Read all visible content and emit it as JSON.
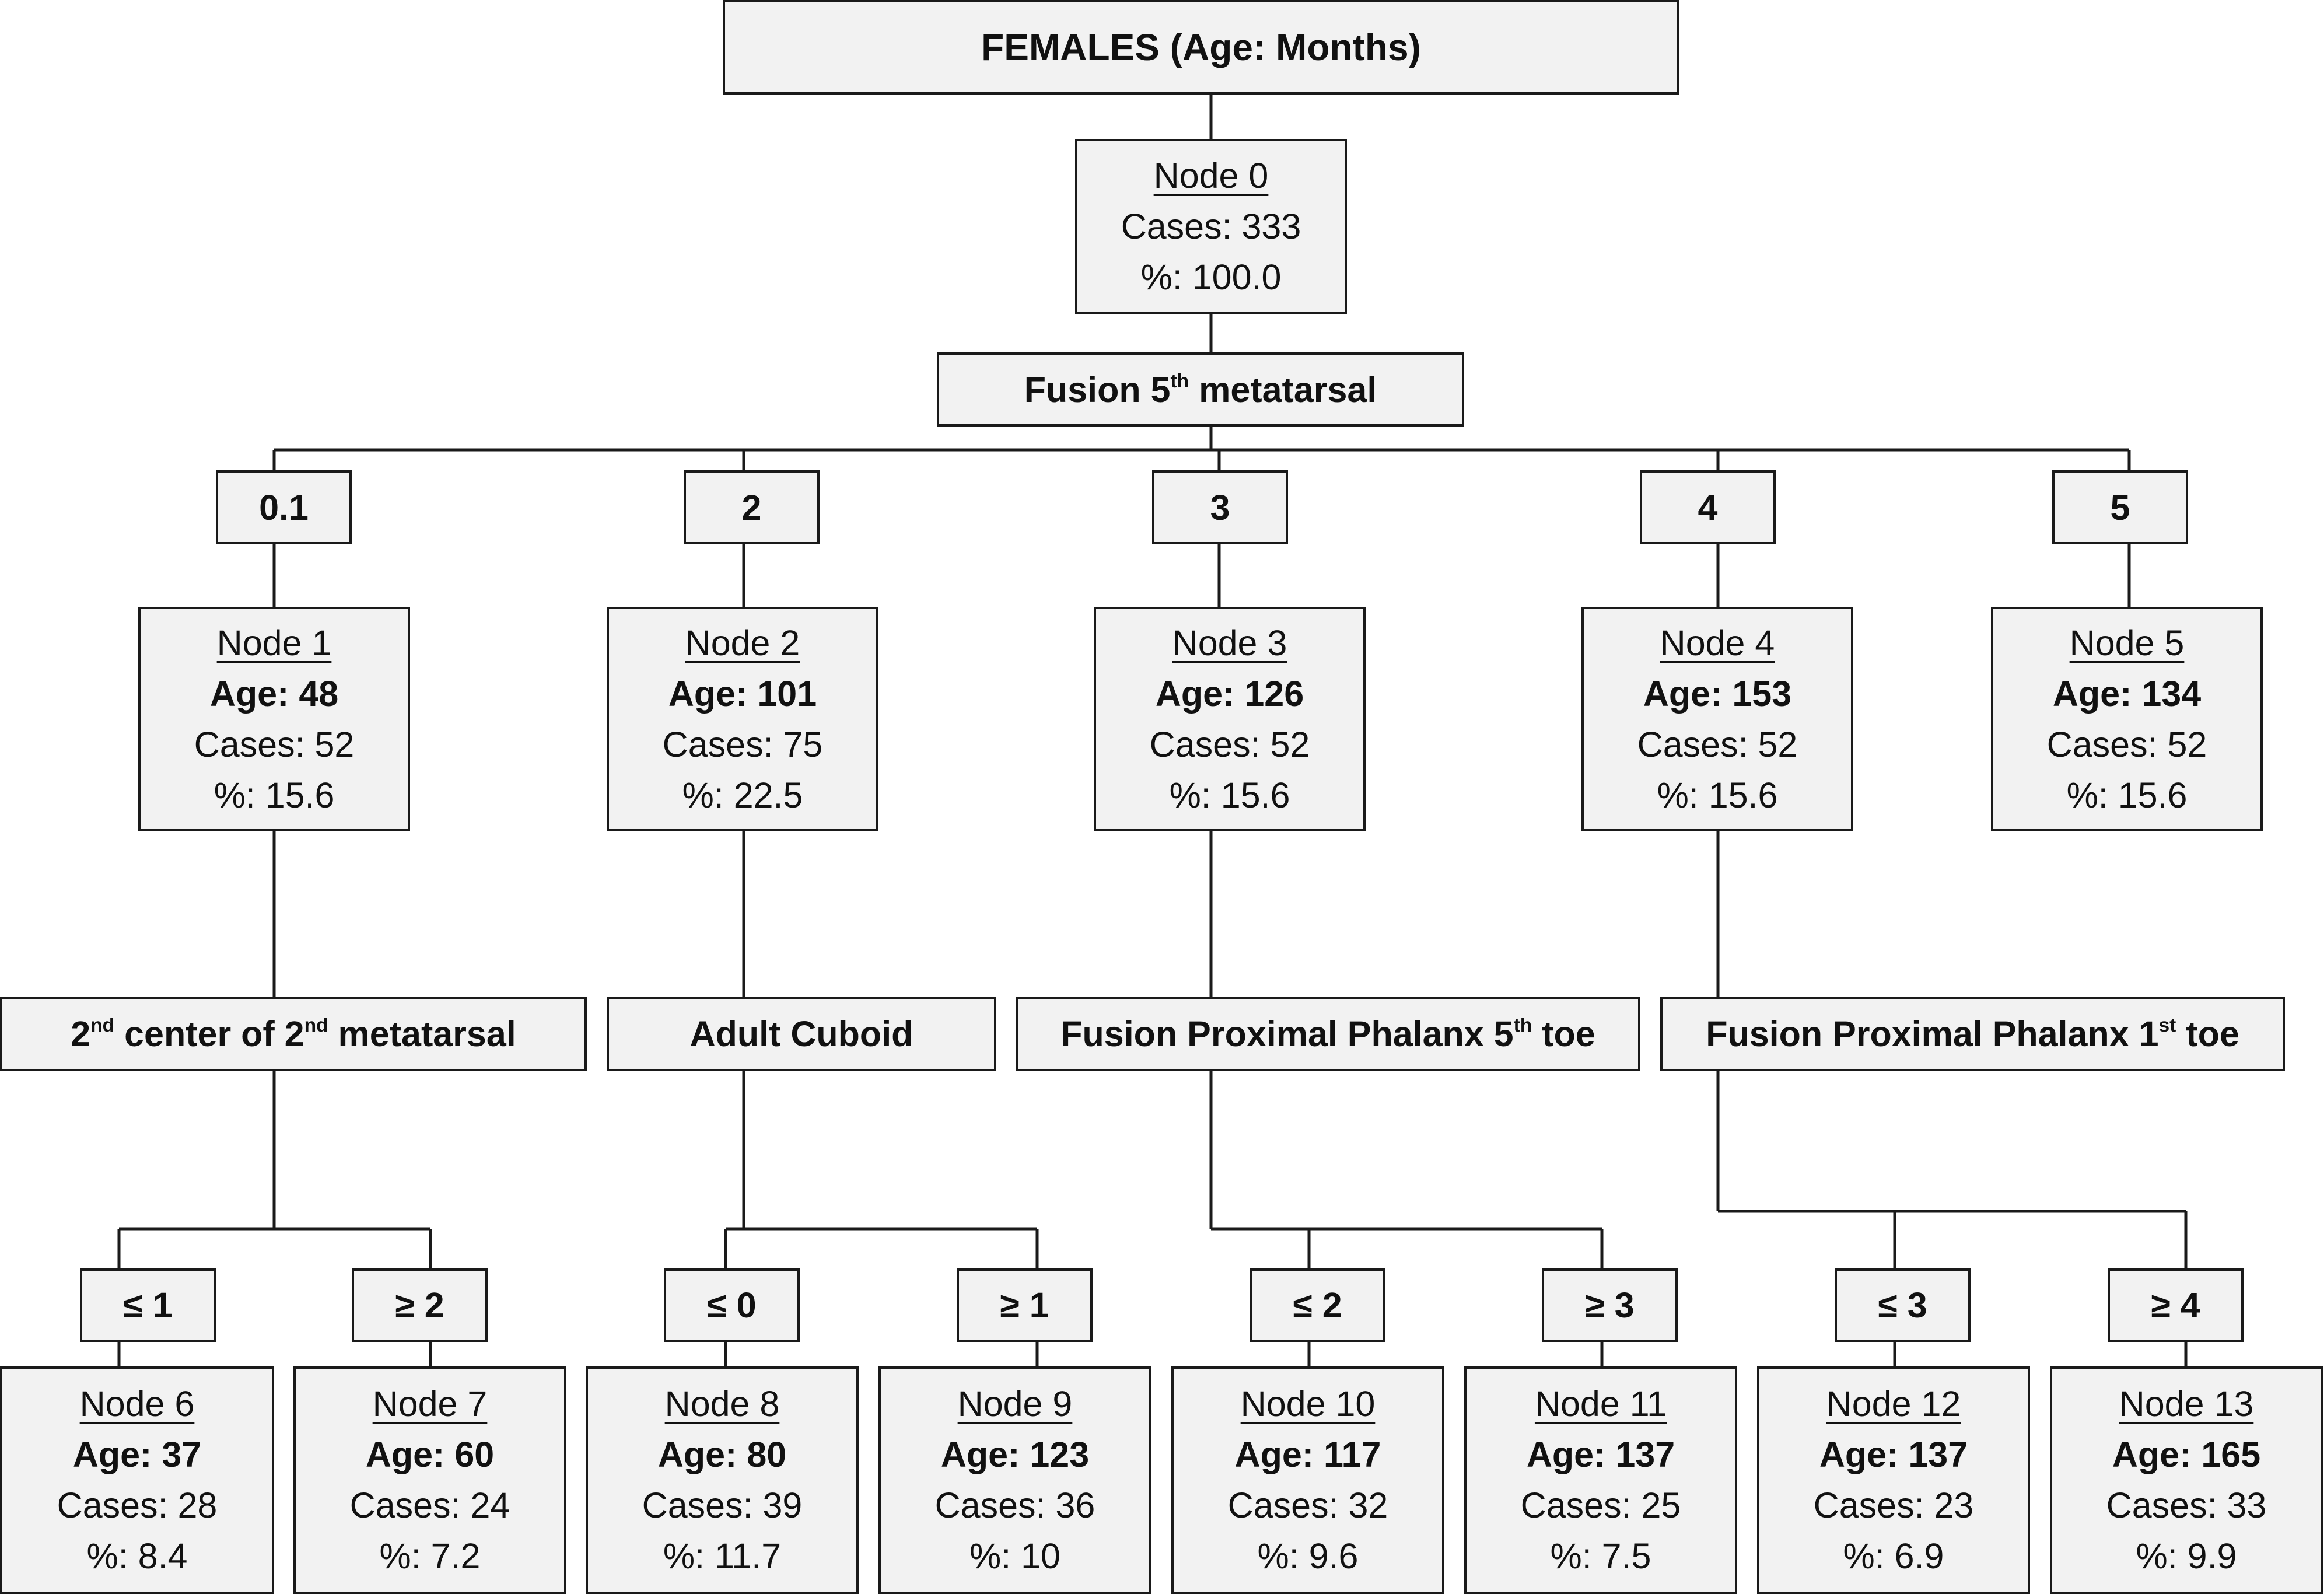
{
  "title": "FEMALES (Age: Months)",
  "root": {
    "name": "Node 0",
    "cases": "Cases: 333",
    "pct": "%: 100.0"
  },
  "split_root": {
    "pre": "Fusion 5",
    "sup": "th",
    "post": " metatarsal"
  },
  "branches": [
    "0.1",
    "2",
    "3",
    "4",
    "5"
  ],
  "level1": [
    {
      "name": "Node 1",
      "age": "Age: 48",
      "cases": "Cases: 52",
      "pct": "%: 15.6"
    },
    {
      "name": "Node 2",
      "age": "Age: 101",
      "cases": "Cases: 75",
      "pct": "%: 22.5"
    },
    {
      "name": "Node 3",
      "age": "Age: 126",
      "cases": "Cases: 52",
      "pct": "%: 15.6"
    },
    {
      "name": "Node 4",
      "age": "Age: 153",
      "cases": "Cases: 52",
      "pct": "%: 15.6"
    },
    {
      "name": "Node 5",
      "age": "Age: 134",
      "cases": "Cases: 52",
      "pct": "%: 15.6"
    }
  ],
  "splits2": [
    {
      "a": "2",
      "a_sup": "nd",
      "b": " center of 2",
      "b_sup": "nd",
      "c": " metatarsal"
    },
    {
      "a": "Adult Cuboid",
      "a_sup": "",
      "b": "",
      "b_sup": "",
      "c": ""
    },
    {
      "a": "Fusion Proximal Phalanx 5",
      "a_sup": "th",
      "b": " toe",
      "b_sup": "",
      "c": ""
    },
    {
      "a": "Fusion Proximal Phalanx 1",
      "a_sup": "st",
      "b": " toe",
      "b_sup": "",
      "c": ""
    }
  ],
  "branches2": [
    "≤ 1",
    "≥ 2",
    "≤ 0",
    "≥ 1",
    "≤ 2",
    "≥ 3",
    "≤ 3",
    "≥ 4"
  ],
  "level2": [
    {
      "name": "Node 6",
      "age": "Age: 37",
      "cases": "Cases: 28",
      "pct": "%: 8.4"
    },
    {
      "name": "Node 7",
      "age": "Age: 60",
      "cases": "Cases: 24",
      "pct": "%: 7.2"
    },
    {
      "name": "Node 8",
      "age": "Age: 80",
      "cases": "Cases: 39",
      "pct": "%: 11.7"
    },
    {
      "name": "Node 9",
      "age": "Age: 123",
      "cases": "Cases: 36",
      "pct": "%: 10"
    },
    {
      "name": "Node 10",
      "age": "Age: 117",
      "cases": "Cases: 32",
      "pct": "%: 9.6"
    },
    {
      "name": "Node 11",
      "age": "Age: 137",
      "cases": "Cases: 25",
      "pct": "%: 7.5"
    },
    {
      "name": "Node 12",
      "age": "Age: 137",
      "cases": "Cases: 23",
      "pct": "%: 6.9"
    },
    {
      "name": "Node 13",
      "age": "Age: 165",
      "cases": "Cases: 33",
      "pct": "%: 9.9"
    }
  ]
}
